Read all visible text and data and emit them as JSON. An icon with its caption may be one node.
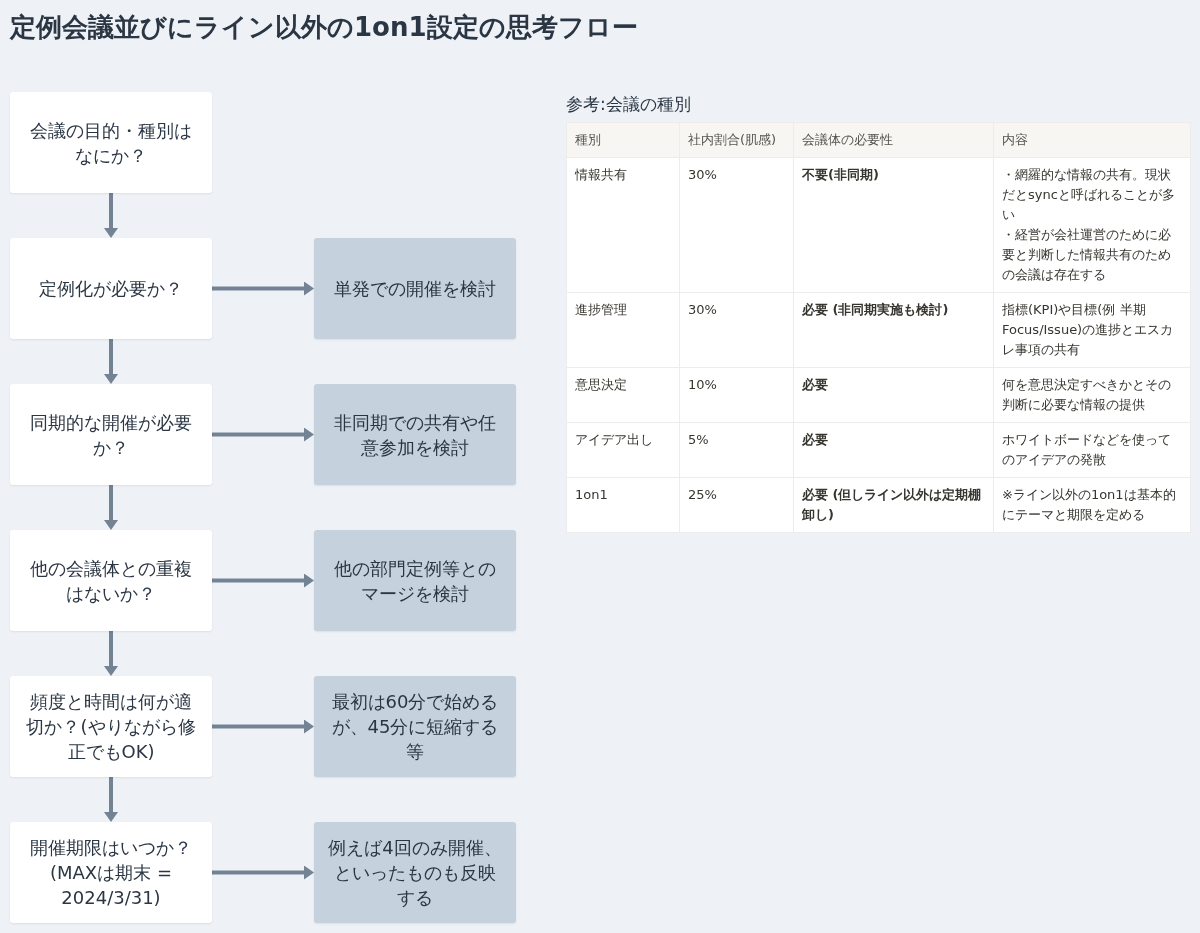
{
  "diagram": {
    "title": "定例会議並びにライン以外の1on1設定の思考フロー",
    "nodes": [
      {
        "text": [
          "会議の目的・種別はなにか？"
        ]
      },
      {
        "text": [
          "定例化が必要か？"
        ]
      },
      {
        "text": [
          "単発での開催を検討"
        ]
      },
      {
        "text": [
          "同期的な開催が必要か？"
        ]
      },
      {
        "text": [
          "非同期での共有や任意参加を検討"
        ]
      },
      {
        "text": [
          "他の会議体との重複はないか？"
        ]
      },
      {
        "text": [
          "他の部門定例等とのマージを検討"
        ]
      },
      {
        "text": [
          "頻度と時間は何が適切か？(やりながら修正でもOK)"
        ]
      },
      {
        "text": [
          "最初は60分で始めるが、45分に短縮する等"
        ]
      },
      {
        "text": [
          "開催期限はいつか？(MAXは期末 = 2024/3/31)"
        ]
      },
      {
        "text": [
          "例えば4回のみ開催、といったものも反映する"
        ]
      }
    ],
    "edges": [
      {
        "from": 0,
        "to": 1,
        "arrow": "to"
      },
      {
        "from": 1,
        "to": 2,
        "arrow": "to"
      },
      {
        "from": 1,
        "to": 3,
        "arrow": "to"
      },
      {
        "from": 3,
        "to": 4,
        "arrow": "to"
      },
      {
        "from": 3,
        "to": 5,
        "arrow": "to"
      },
      {
        "from": 5,
        "to": 6,
        "arrow": "to"
      },
      {
        "from": 5,
        "to": 7,
        "arrow": "to"
      },
      {
        "from": 7,
        "to": 8,
        "arrow": "to"
      },
      {
        "from": 7,
        "to": 9,
        "arrow": "to"
      },
      {
        "from": 9,
        "to": 10,
        "arrow": "to"
      }
    ],
    "labels": [
      "参考:会議の種別",
      "種別",
      "社内割合(肌感)",
      "会議体の必要性",
      "内容",
      "情報共有",
      "30%",
      "不要(非同期)",
      "・網羅的な情報の共有。現状だとsyncと呼ばれることが多い",
      "・経営が会社運営のために必要と判断した情報共有のための会議は存在する",
      "進捗管理",
      "30%",
      "必要 (非同期実施も検討)",
      "指標(KPI)や目標(例 半期Focus/Issue)の進捗とエスカレ事項の共有",
      "意思決定",
      "10%",
      "必要",
      "何を意思決定すべきかとその判断に必要な情報の提供",
      "アイデア出し",
      "5%",
      "必要",
      "ホワイトボードなどを使ってのアイデアの発散",
      "1on1",
      "25%",
      "必要 (但しライン以外は定期棚卸し)",
      "※ライン以外の1on1は基本的にテーマと期限を定める"
    ]
  }
}
